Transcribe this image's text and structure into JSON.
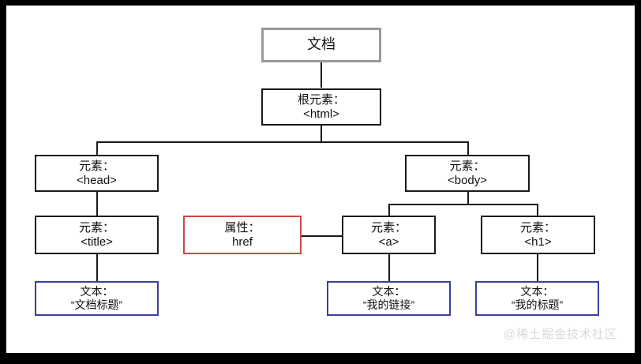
{
  "diagram": {
    "title_node": {
      "line1": "文档",
      "line2": ""
    },
    "nodes": [
      {
        "id": "document",
        "kind": "document",
        "line1": "文档",
        "line2": "",
        "color": "#9a9a9a"
      },
      {
        "id": "html",
        "kind": "element",
        "line1": "根元素：",
        "line2": "<html>",
        "color": "#1a1a1a"
      },
      {
        "id": "head",
        "kind": "element",
        "line1": "元素：",
        "line2": "<head>",
        "color": "#1a1a1a"
      },
      {
        "id": "body",
        "kind": "element",
        "line1": "元素：",
        "line2": "<body>",
        "color": "#1a1a1a"
      },
      {
        "id": "title",
        "kind": "element",
        "line1": "元素：",
        "line2": "<title>",
        "color": "#1a1a1a"
      },
      {
        "id": "href",
        "kind": "attribute",
        "line1": "属性：",
        "line2": "href",
        "color": "#d24545"
      },
      {
        "id": "anchor",
        "kind": "element",
        "line1": "元素：",
        "line2": "<a>",
        "color": "#1a1a1a"
      },
      {
        "id": "h1",
        "kind": "element",
        "line1": "元素：",
        "line2": "<h1>",
        "color": "#1a1a1a"
      },
      {
        "id": "text-title",
        "kind": "text",
        "line1": "文本：",
        "line2": "“文档标题”",
        "color": "#3b3f9e"
      },
      {
        "id": "text-link",
        "kind": "text",
        "line1": "文本：",
        "line2": "“我的链接”",
        "color": "#3b3f9e"
      },
      {
        "id": "text-head",
        "kind": "text",
        "line1": "文本：",
        "line2": "“我的标题”",
        "color": "#3b3f9e"
      }
    ],
    "edges": [
      {
        "from": "document",
        "to": "html"
      },
      {
        "from": "html",
        "to": "head"
      },
      {
        "from": "html",
        "to": "body"
      },
      {
        "from": "head",
        "to": "title"
      },
      {
        "from": "body",
        "to": "anchor"
      },
      {
        "from": "body",
        "to": "h1"
      },
      {
        "from": "title",
        "to": "text-title"
      },
      {
        "from": "anchor",
        "to": "href"
      },
      {
        "from": "anchor",
        "to": "text-link"
      },
      {
        "from": "h1",
        "to": "text-head"
      }
    ],
    "legend": {
      "document_border": "#9a9a9a",
      "element_border": "#1a1a1a",
      "attribute_border": "#d24545",
      "text_border": "#3b3f9e"
    }
  },
  "watermark": {
    "text": "@稀土掘金技术社区"
  }
}
